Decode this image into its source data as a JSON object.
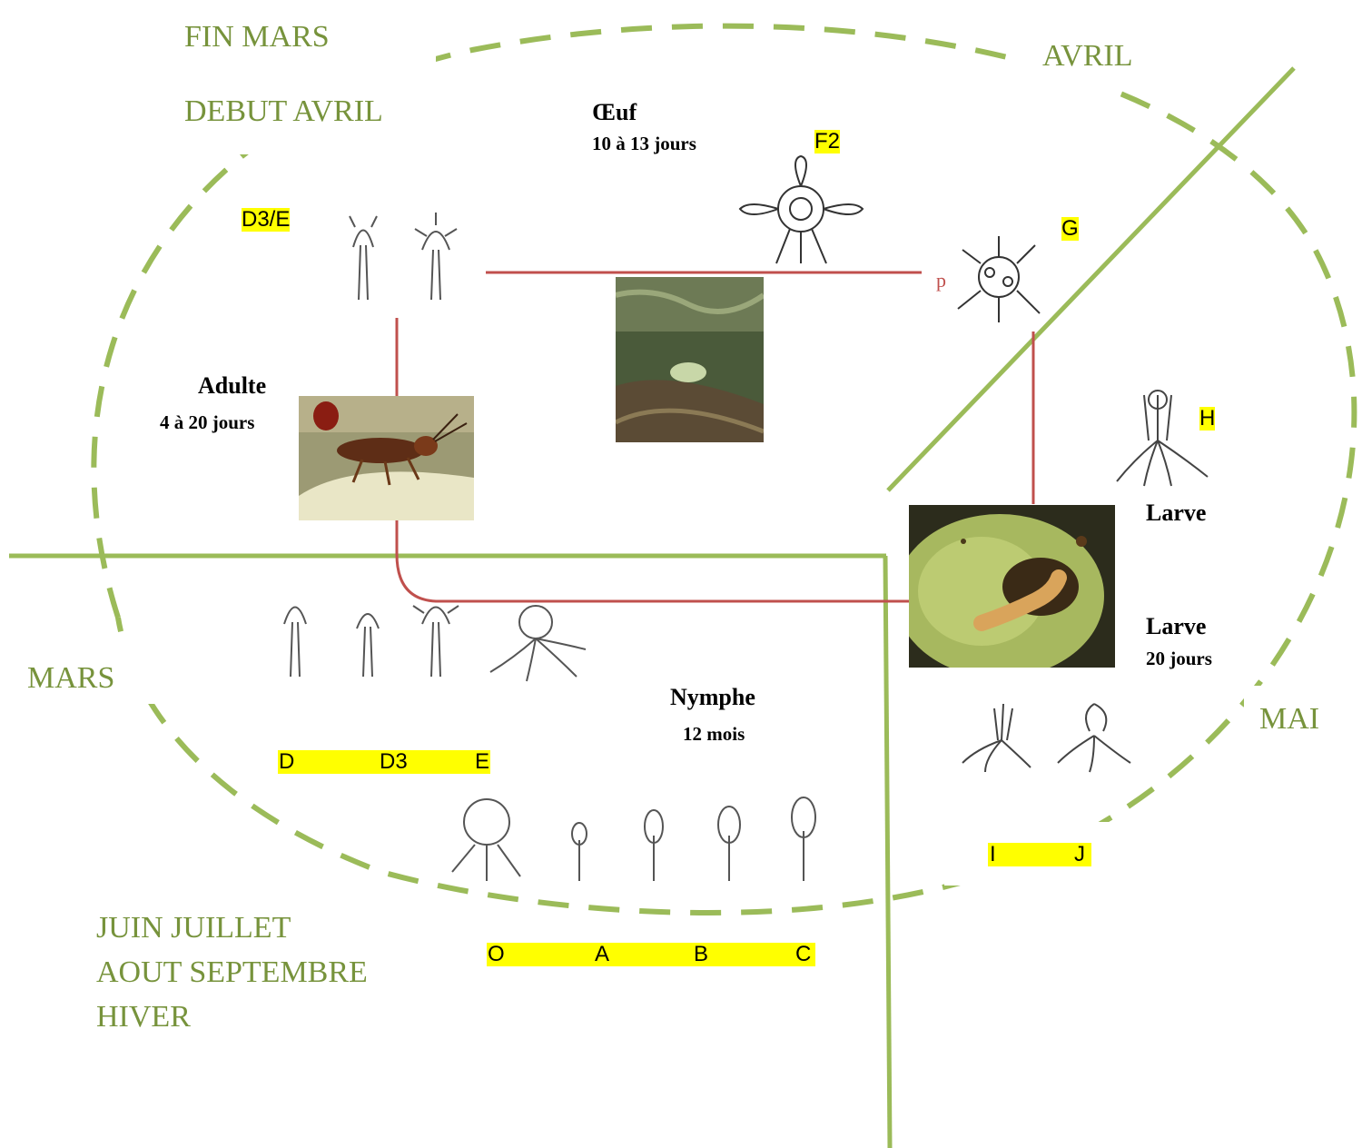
{
  "months": {
    "fin_mars": "FIN MARS",
    "debut_avril": "DEBUT AVRIL",
    "avril": "AVRIL",
    "mars": "MARS",
    "mai": "MAI",
    "juin_juillet": "JUIN JUILLET",
    "aout_septembre": "AOUT SEPTEMBRE",
    "hiver": "HIVER"
  },
  "stages": {
    "oeuf": {
      "title": "Œuf",
      "duration": "10 à 13 jours"
    },
    "adulte": {
      "title": "Adulte",
      "duration": "4 à 20 jours"
    },
    "larve_top": {
      "title": "Larve"
    },
    "larve": {
      "title": "Larve",
      "duration": "20 jours"
    },
    "nymphe": {
      "title": "Nymphe",
      "duration": "12 mois"
    }
  },
  "codes": {
    "d3e": "D3/E",
    "f2": "F2",
    "g": "G",
    "h": "H",
    "p": "p",
    "d_row": [
      "D",
      "D3",
      "E"
    ],
    "ij_row": [
      "I",
      "J"
    ],
    "oabc_row": [
      "O",
      "A",
      "B",
      "C"
    ]
  },
  "colors": {
    "month_text": "#77933c",
    "ellipse_dash": "#9bbb59",
    "divider": "#9bbb59",
    "connector": "#c0504d",
    "highlight": "#ffff00"
  }
}
